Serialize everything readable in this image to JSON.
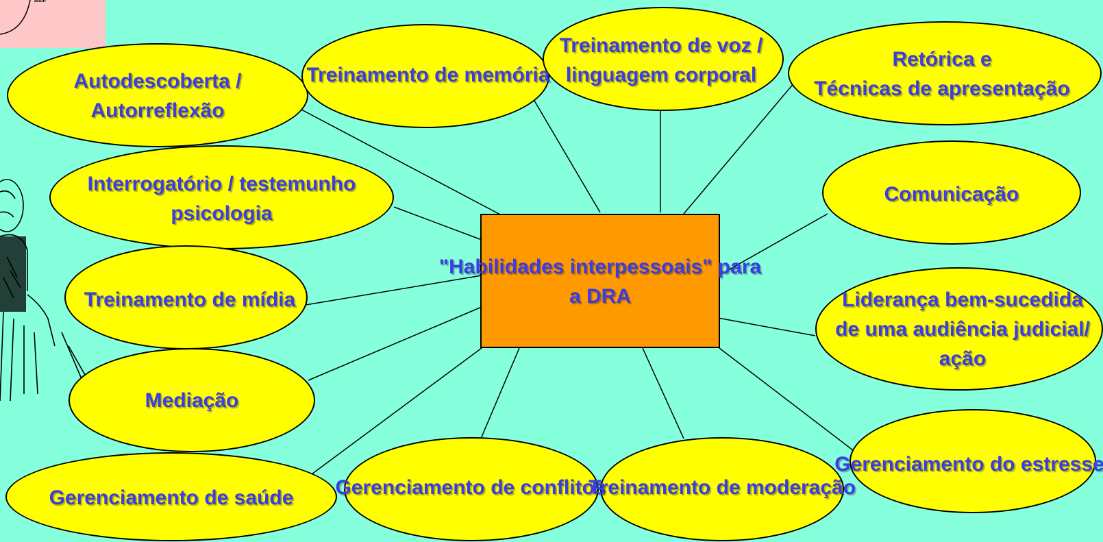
{
  "center": {
    "line1": "\"Habilidades interpessoais\" para",
    "line2": "a DRA"
  },
  "nodes": {
    "autodescoberta": {
      "line1": "Autodescoberta /",
      "line2": "Autorreflexão"
    },
    "memoria": {
      "line1": "Treinamento de memória"
    },
    "voz": {
      "line1": "Treinamento de voz /",
      "line2": "linguagem corporal"
    },
    "retorica": {
      "line1": "Retórica e",
      "line2": "Técnicas de apresentação"
    },
    "interrogatorio": {
      "line1": "Interrogatório / testemunho",
      "line2": "psicologia"
    },
    "comunicacao": {
      "line1": "Comunicação"
    },
    "midia": {
      "line1": "Treinamento de mídia"
    },
    "lideranca": {
      "line1": "Liderança bem-sucedida",
      "line2": "de uma audiência judicial/",
      "line3": "ação"
    },
    "mediacao": {
      "line1": "Mediação"
    },
    "saude": {
      "line1": "Gerenciamento de saúde"
    },
    "conflitos": {
      "line1": "Gerenciamento de conflitos"
    },
    "moderacao": {
      "line1": "Treinamento de moderação"
    },
    "estresse": {
      "line1": "Gerenciamento do estresse"
    }
  },
  "corner_image": {
    "caption": "ation"
  },
  "colors": {
    "background": "#86FFDC",
    "oval_fill": "#FFFF00",
    "center_fill": "#FF9900",
    "text": "#3C3CE6",
    "corner_fill": "#FFC8C8"
  }
}
